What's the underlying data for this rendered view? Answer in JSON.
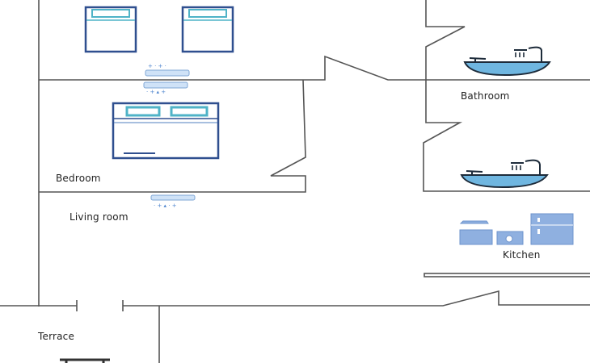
{
  "rooms": {
    "bedroom": "Bedroom",
    "living_room": "Living room",
    "bathroom": "Bathroom",
    "kitchen": "Kitchen",
    "terrace": "Terrace"
  },
  "colors": {
    "wall": "#555555",
    "bed_frame": "#2f4f8f",
    "pillow": "#4fb3c7",
    "bath": "#6fb6e0",
    "appliance": "#8fb0e0"
  }
}
